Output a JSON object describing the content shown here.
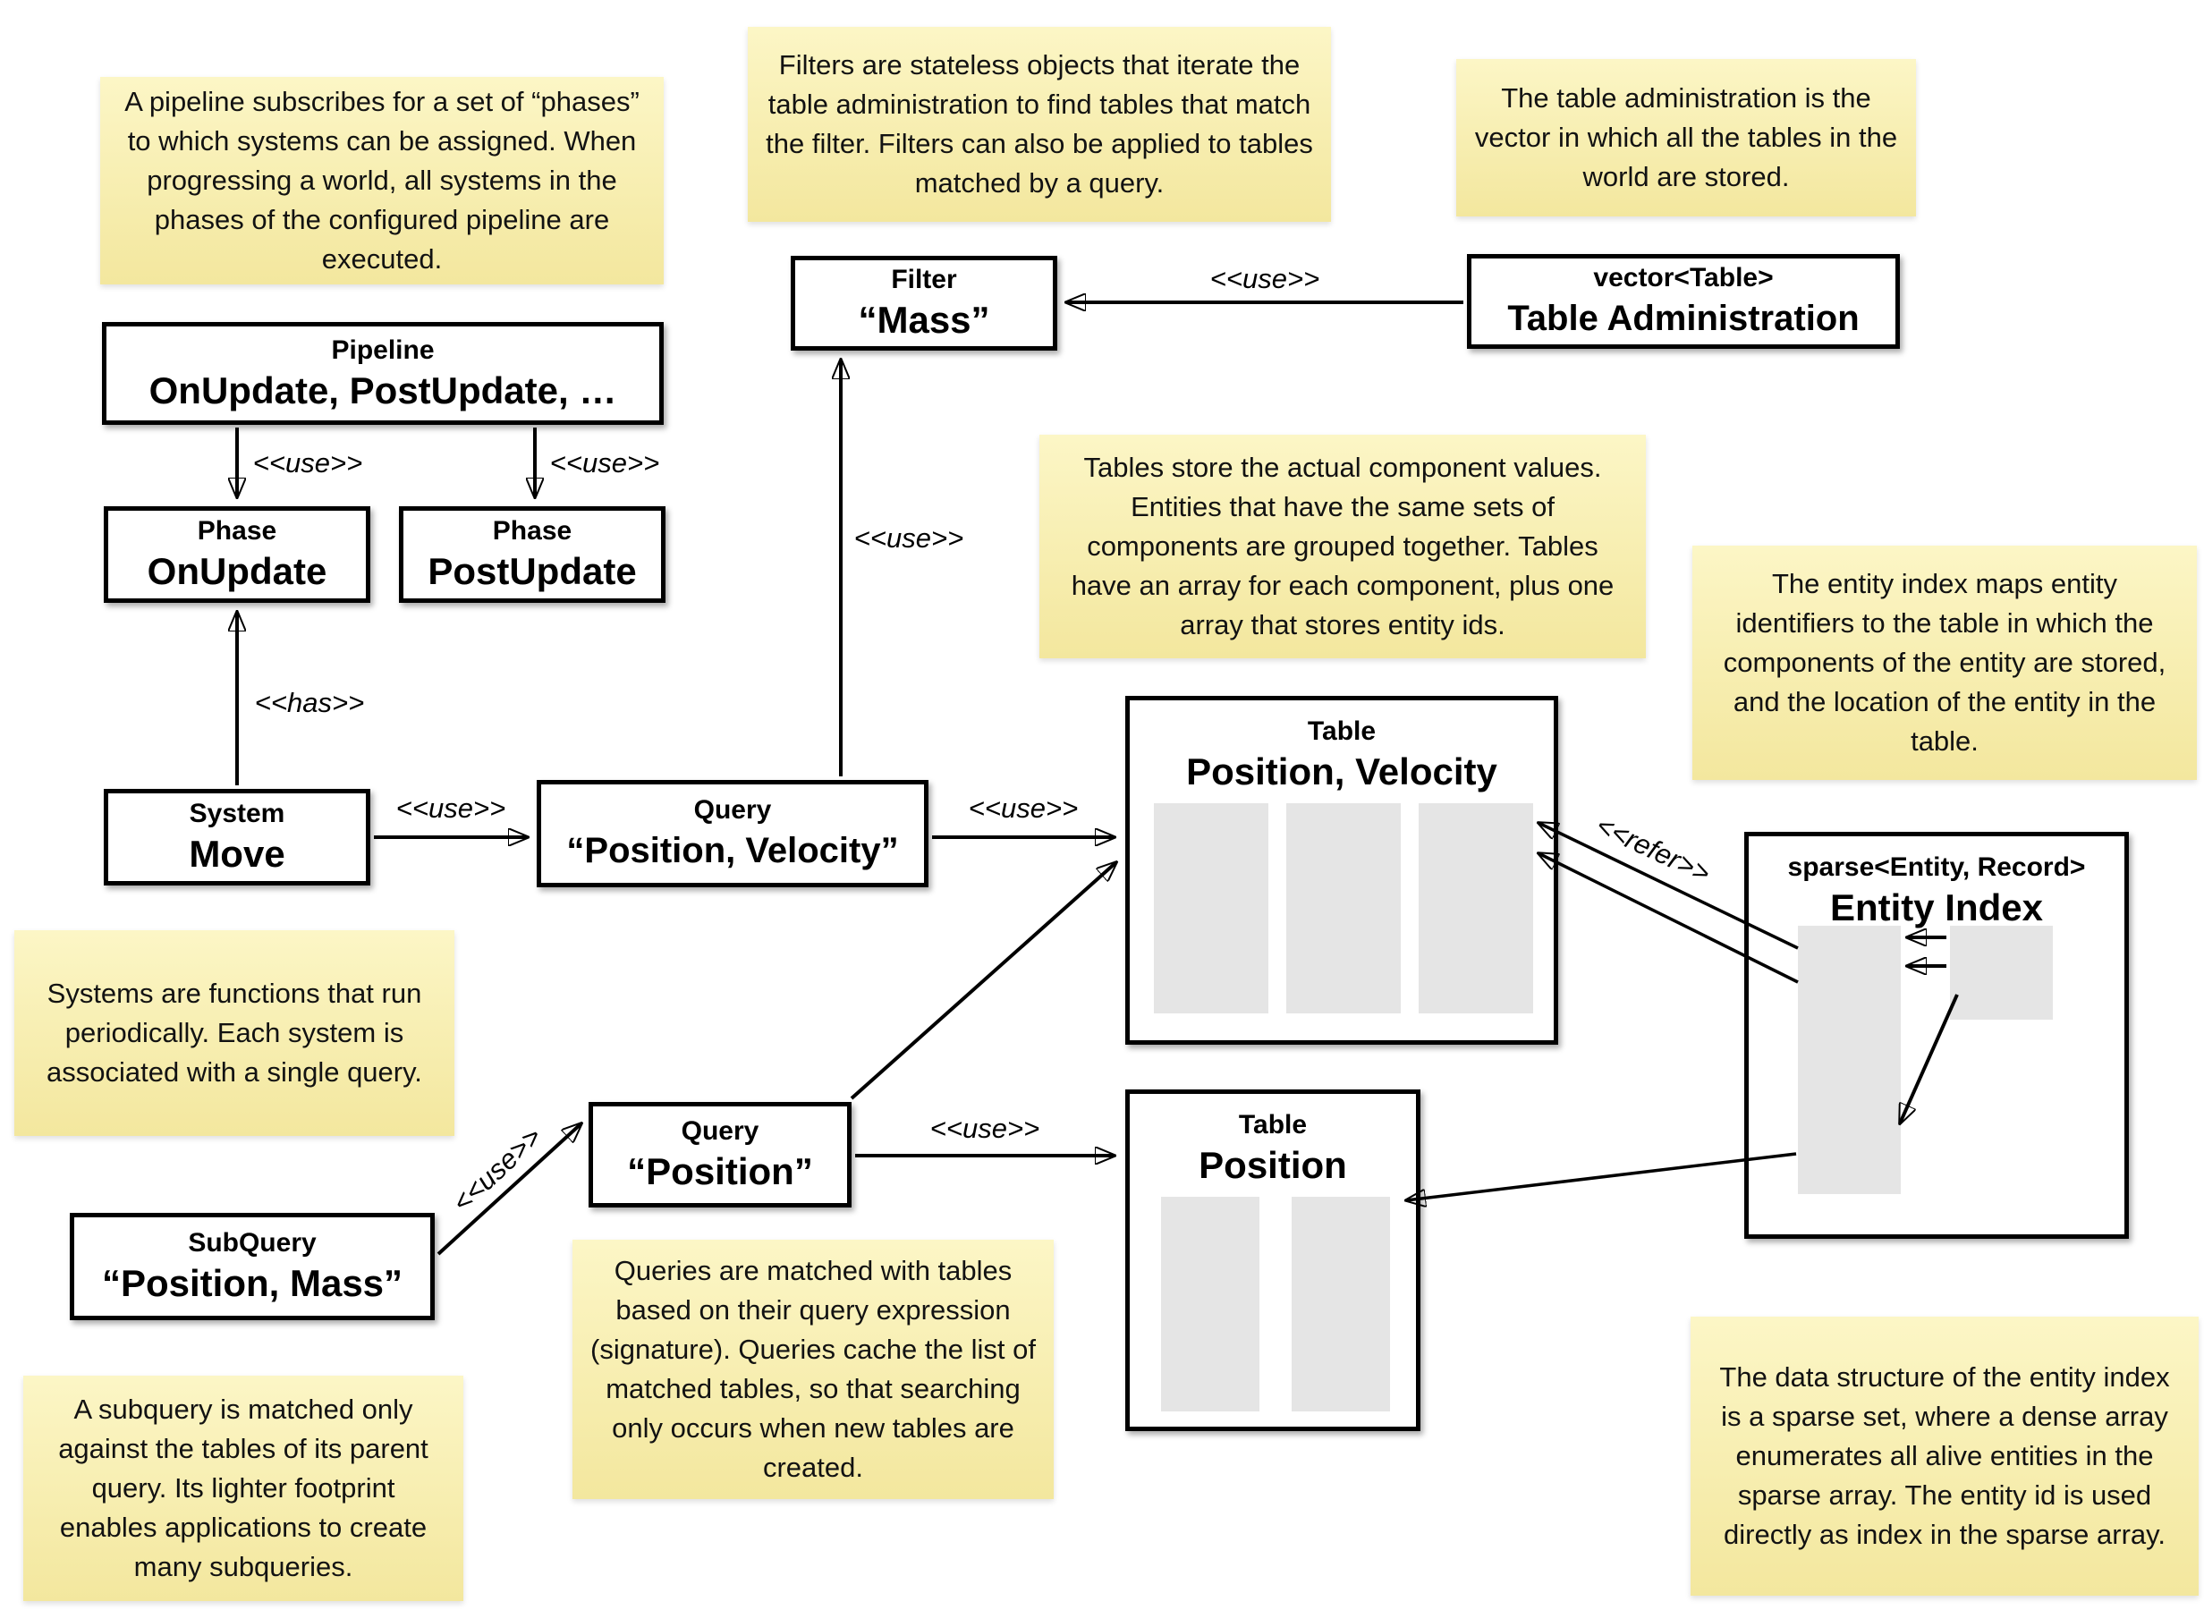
{
  "diagram": {
    "notes": [
      {
        "id": "pipeline-note",
        "text": "A pipeline subscribes for a set of “phases” to which systems can be assigned. When progressing a world, all systems in the phases of the configured pipeline are executed."
      },
      {
        "id": "filters-note",
        "text": "Filters are stateless objects that iterate the table administration to find tables that match the filter. Filters can also be applied to tables matched by a query."
      },
      {
        "id": "table-admin-note",
        "text": "The table administration is the vector in which all the tables in the world are stored."
      },
      {
        "id": "tables-note",
        "text": "Tables store the actual component values. Entities that have the same sets of components are grouped together. Tables have an array for each component, plus one array that stores entity ids."
      },
      {
        "id": "entity-index-note",
        "text": "The entity index maps entity identifiers to the table in which the components of the entity are stored, and the location of the entity in the table."
      },
      {
        "id": "systems-note",
        "text": "Systems are functions that run periodically. Each system is associated with a single query."
      },
      {
        "id": "queries-note",
        "text": "Queries are matched with tables based on their query expression (signature). Queries cache the list of matched tables, so that searching only occurs when new tables are created."
      },
      {
        "id": "subquery-note",
        "text": "A subquery is matched only against the tables of its parent query. Its lighter footprint enables applications to create many subqueries."
      },
      {
        "id": "sparse-set-note",
        "text": "The data structure of the entity index is a sparse set, where a dense array enumerates all alive entities in the sparse array. The entity id is used directly as index in the sparse array."
      }
    ],
    "boxes": {
      "pipeline": {
        "kind": "Pipeline",
        "name": "OnUpdate, PostUpdate, …"
      },
      "phase_on": {
        "kind": "Phase",
        "name": "OnUpdate"
      },
      "phase_post": {
        "kind": "Phase",
        "name": "PostUpdate"
      },
      "system_move": {
        "kind": "System",
        "name": "Move"
      },
      "query_pv": {
        "kind": "Query",
        "name": "“Position, Velocity”"
      },
      "filter_mass": {
        "kind": "Filter",
        "name": "“Mass”"
      },
      "table_admin": {
        "kind": "vector<Table>",
        "name": "Table Administration"
      },
      "table_pv": {
        "kind": "Table",
        "name": "Position, Velocity"
      },
      "entity_index": {
        "kind": "sparse<Entity, Record>",
        "name": "Entity Index"
      },
      "query_p": {
        "kind": "Query",
        "name": "“Position”"
      },
      "table_p": {
        "kind": "Table",
        "name": "Position"
      },
      "subquery": {
        "kind": "SubQuery",
        "name": "“Position, Mass”"
      }
    },
    "edge_labels": {
      "use": "<<use>>",
      "has": "<<has>>",
      "refer": "<<refer>>"
    },
    "colors": {
      "note_bg_top": "#FCF6C6",
      "note_bg_bottom": "#F3E79E",
      "box_border": "#000000",
      "array_fill": "#E5E5E5",
      "background": "#FFFFFF"
    }
  }
}
